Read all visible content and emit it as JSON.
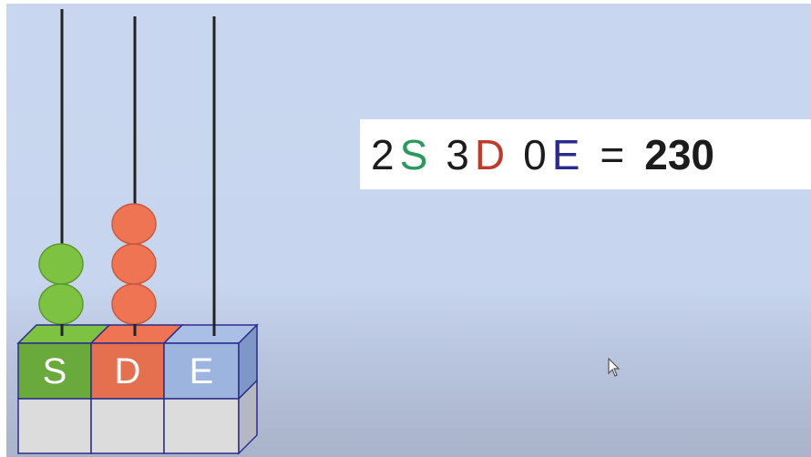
{
  "abacus": {
    "columns": [
      {
        "label": "S",
        "beads": 2,
        "color": "#7ec242",
        "cube_color": "#6aaa3c"
      },
      {
        "label": "D",
        "beads": 3,
        "color": "#ef7454",
        "cube_color": "#e5704f"
      },
      {
        "label": "E",
        "beads": 0,
        "color": "#a9bfe6",
        "cube_color": "#9db4df"
      }
    ],
    "outline_color": "#2c2d8a"
  },
  "equation": {
    "s_count": "2",
    "s_letter": "S",
    "d_count": "3",
    "d_letter": "D",
    "e_count": "0",
    "e_letter": "E",
    "equals": "=",
    "result": "230",
    "colors": {
      "s": "#2a9a5c",
      "d": "#c0392b",
      "e": "#2a2a8c",
      "text": "#1c1c1c"
    }
  },
  "cursor": {
    "icon": "mouse-pointer-icon"
  }
}
